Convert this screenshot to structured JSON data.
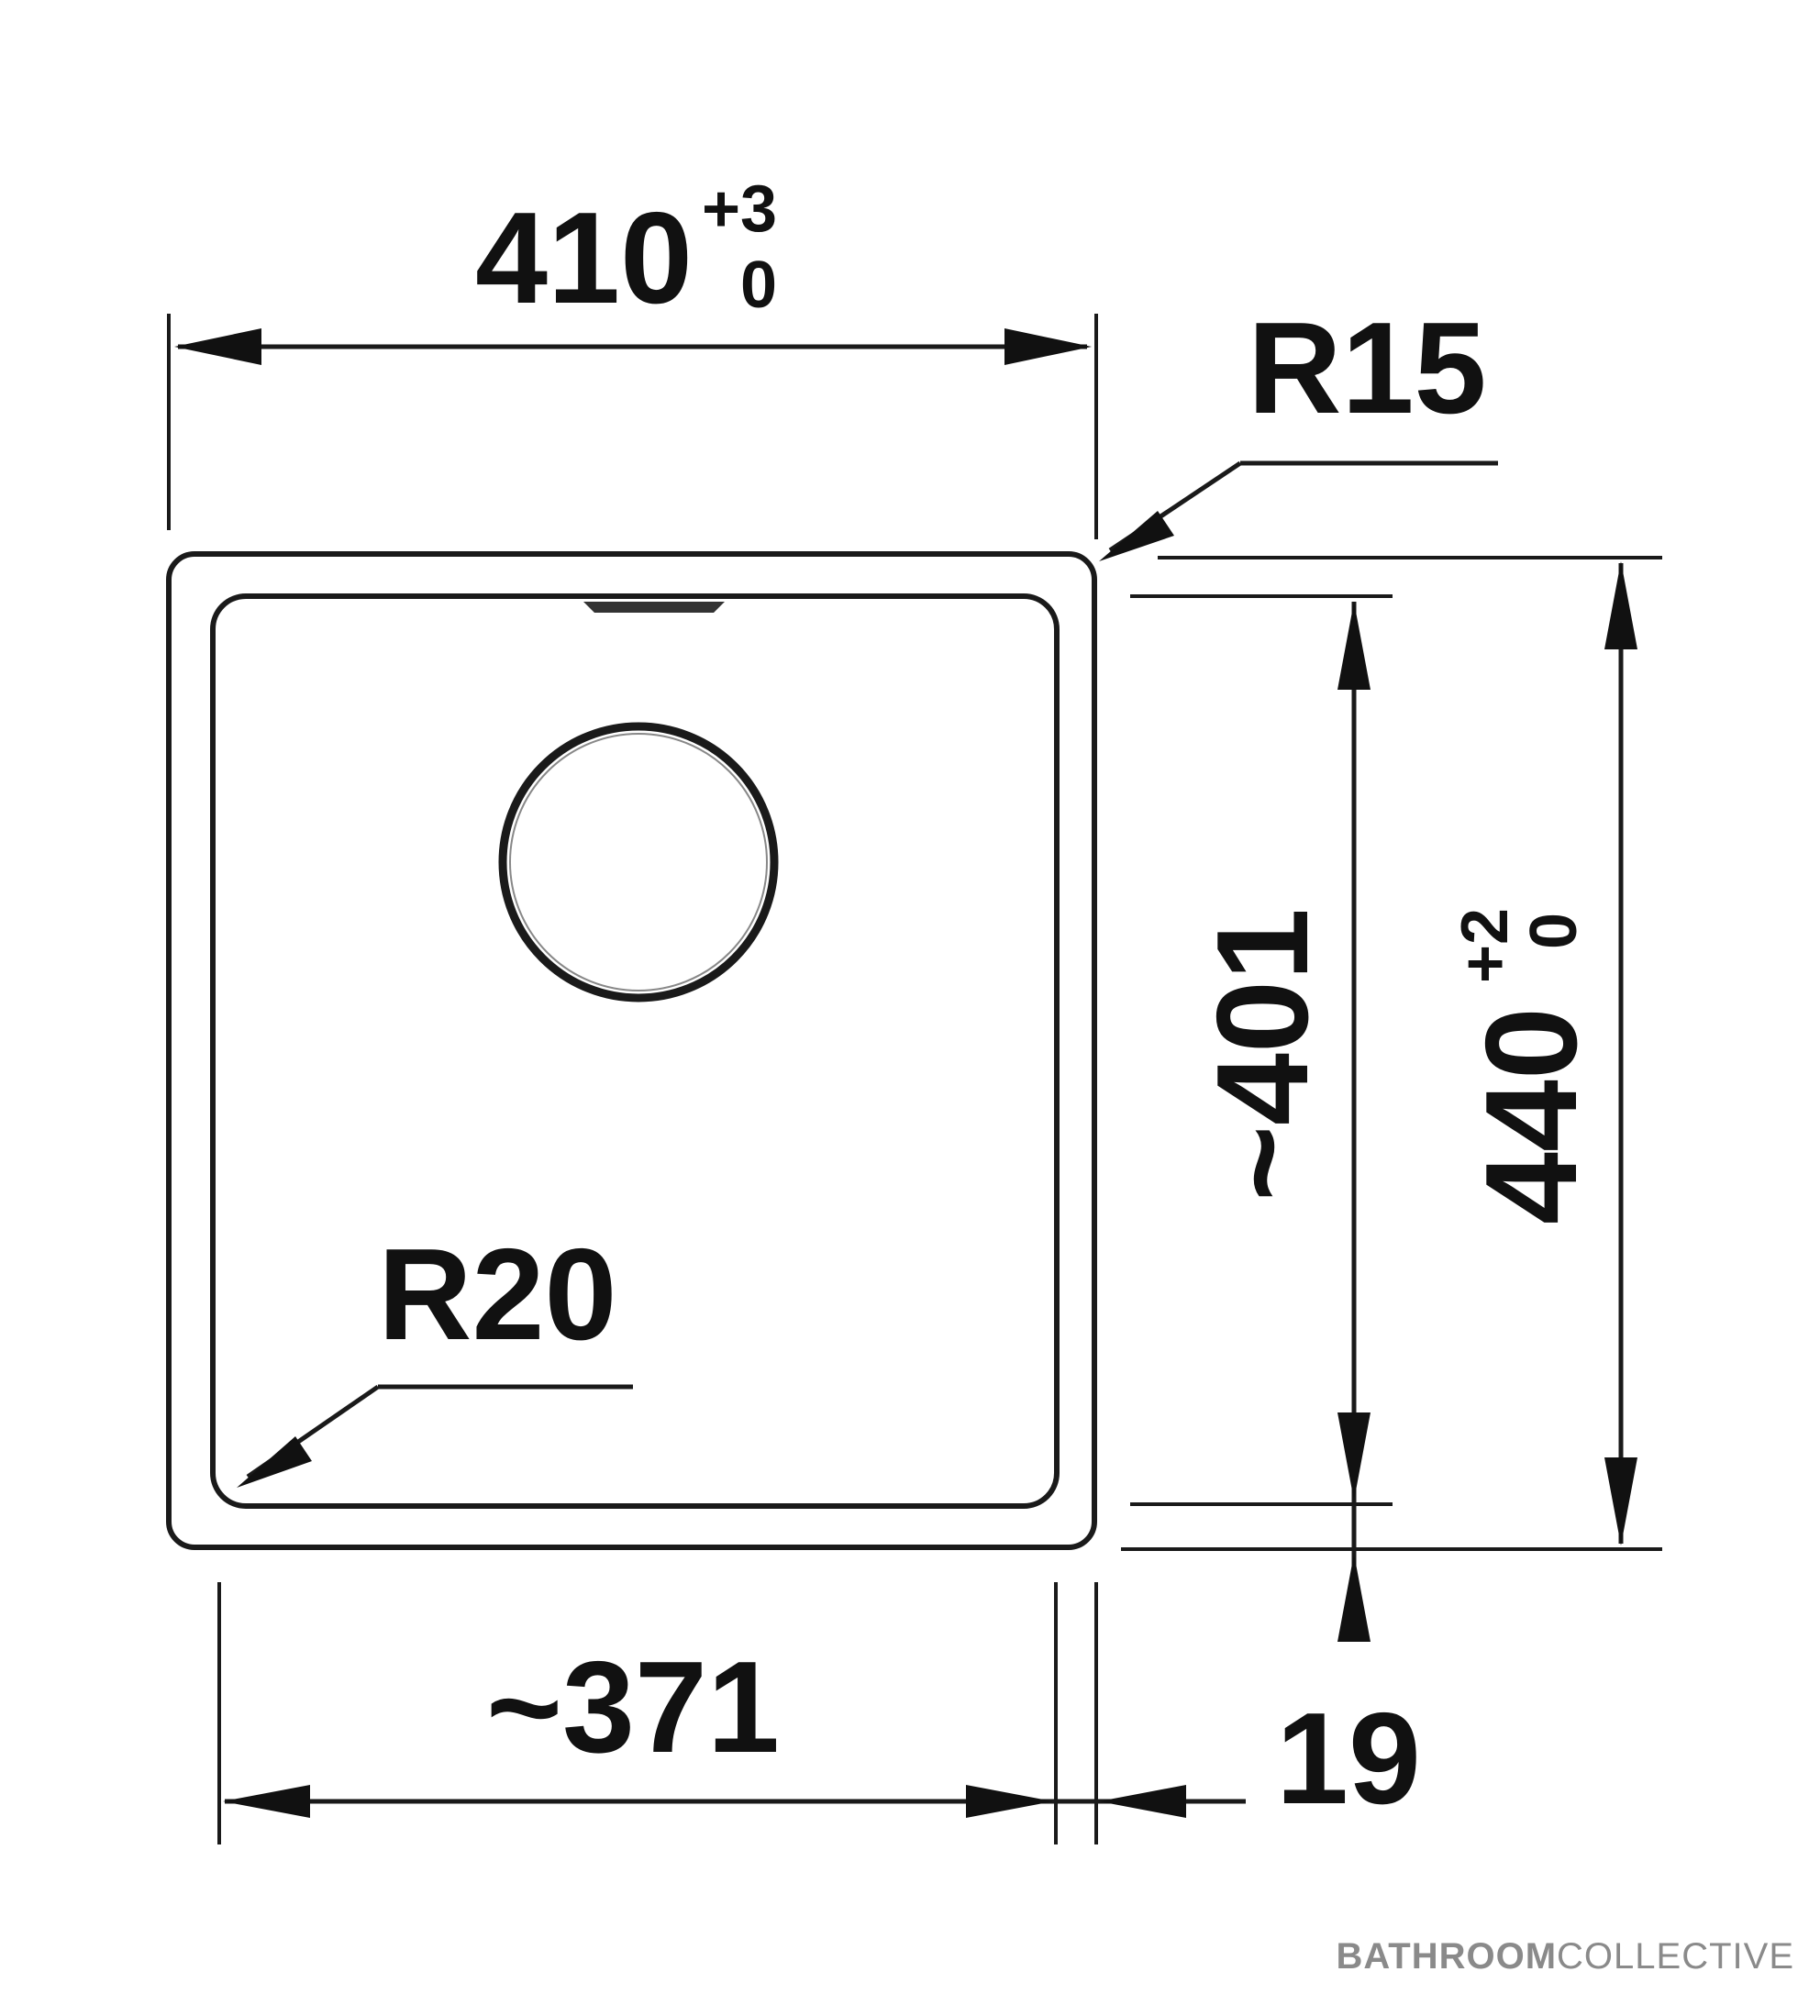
{
  "dimensions": {
    "overall_width": {
      "value": "410",
      "tol_upper": "+3",
      "tol_lower": "0"
    },
    "overall_depth": {
      "value": "440",
      "tol_upper": "+2",
      "tol_lower": "0"
    },
    "inner_width": "~371",
    "inner_depth": "~401",
    "rim_offset": "19",
    "outer_corner_radius": "R15",
    "inner_corner_radius": "R20"
  },
  "watermark": {
    "bold": "BATHROOM",
    "light": "COLLECTIVE"
  },
  "colors": {
    "line": "#1a1a1a",
    "watermark": "#8a8a8a",
    "background": "#ffffff"
  }
}
